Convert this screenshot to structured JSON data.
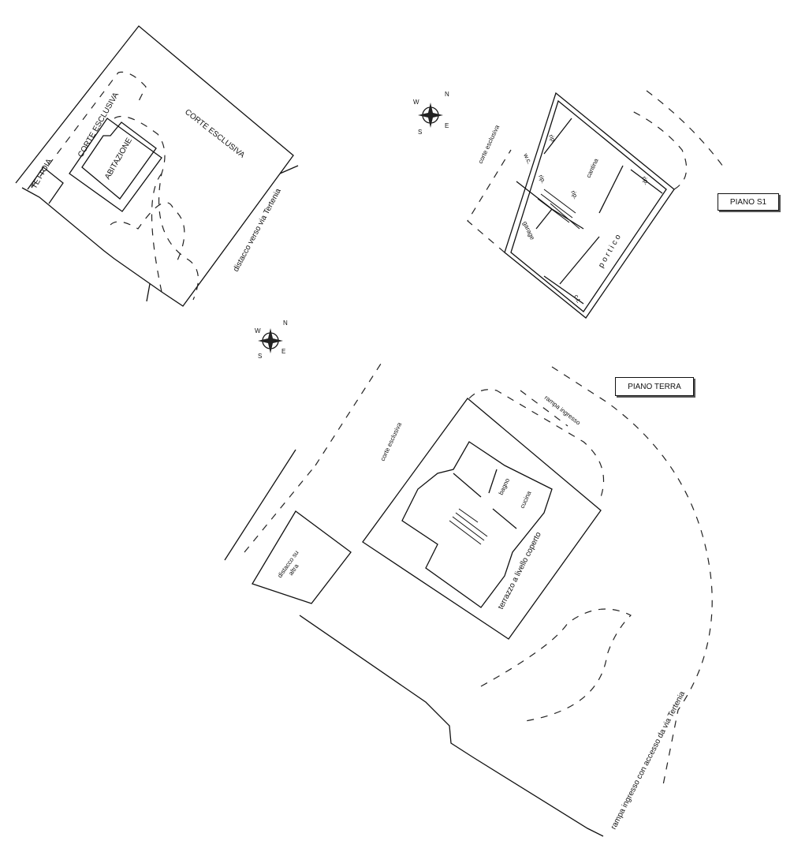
{
  "site_plan": {
    "labels": {
      "corte_left": "CORTE ESCLUSIVA",
      "corte_right": "CORTE ESCLUSIVA",
      "abitazione": "ABITAZIONE",
      "tettoia": "TETTOIA",
      "distacco": "distacco verso via Tertenia"
    }
  },
  "compass": {
    "n": "N",
    "s": "S",
    "e": "E",
    "w": "W"
  },
  "piano_s1": {
    "title": "PIANO S1",
    "labels": {
      "corte": "corte esclusiva",
      "rip1": "rip.",
      "rip2": "rip.",
      "rip3": "rip.",
      "rip4": "rip.",
      "wc": "w.c.",
      "cantina": "cantina",
      "garage": "garage",
      "portico": "p o r t i c o",
      "ct": "c.t."
    }
  },
  "piano_terra": {
    "title": "PIANO TERRA",
    "labels": {
      "rampa": "rampa ingresso",
      "corte": "corte esclusiva",
      "bagno": "bagno",
      "cucina": "cucina",
      "terrazzo": "terrazzo a livello coperto",
      "distacco_1": "distacco su",
      "distacco_2": "altra",
      "rampa_accesso": "rampa ingresso con accesso da via Tertenia"
    }
  }
}
